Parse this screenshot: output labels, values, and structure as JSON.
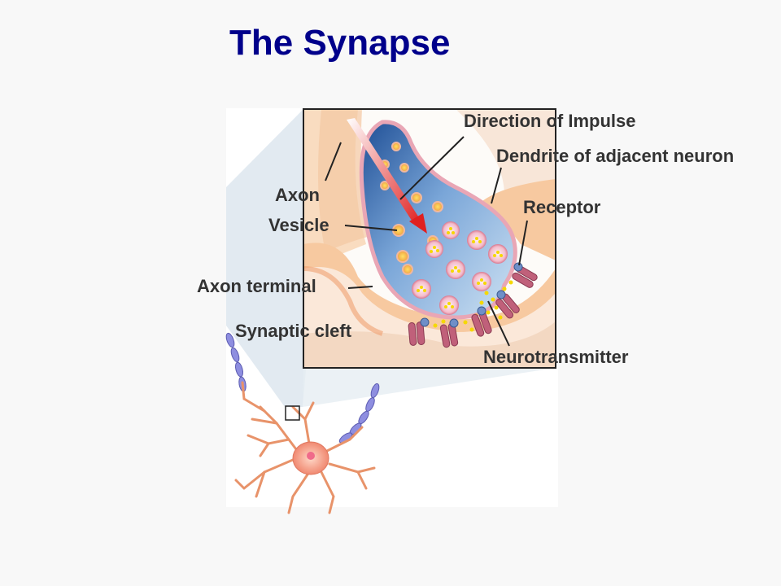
{
  "title": "The Synapse",
  "labels": {
    "direction_of_impulse": "Direction of Impulse",
    "dendrite": "Dendrite of adjacent neuron",
    "receptor": "Receptor",
    "axon": "Axon",
    "vesicle": "Vesicle",
    "axon_terminal": "Axon terminal",
    "synaptic_cleft": "Synaptic cleft",
    "neurotransmitter": "Neurotransmitter"
  },
  "colors": {
    "title": "#00008b",
    "label": "#333333",
    "impulse_arrow": "#e02020",
    "terminal_blue": "#3a6fb0",
    "dendrite_peach": "#f7c9a0",
    "receptor": "#c0607a",
    "neurotransmitter": "#f5d800"
  }
}
